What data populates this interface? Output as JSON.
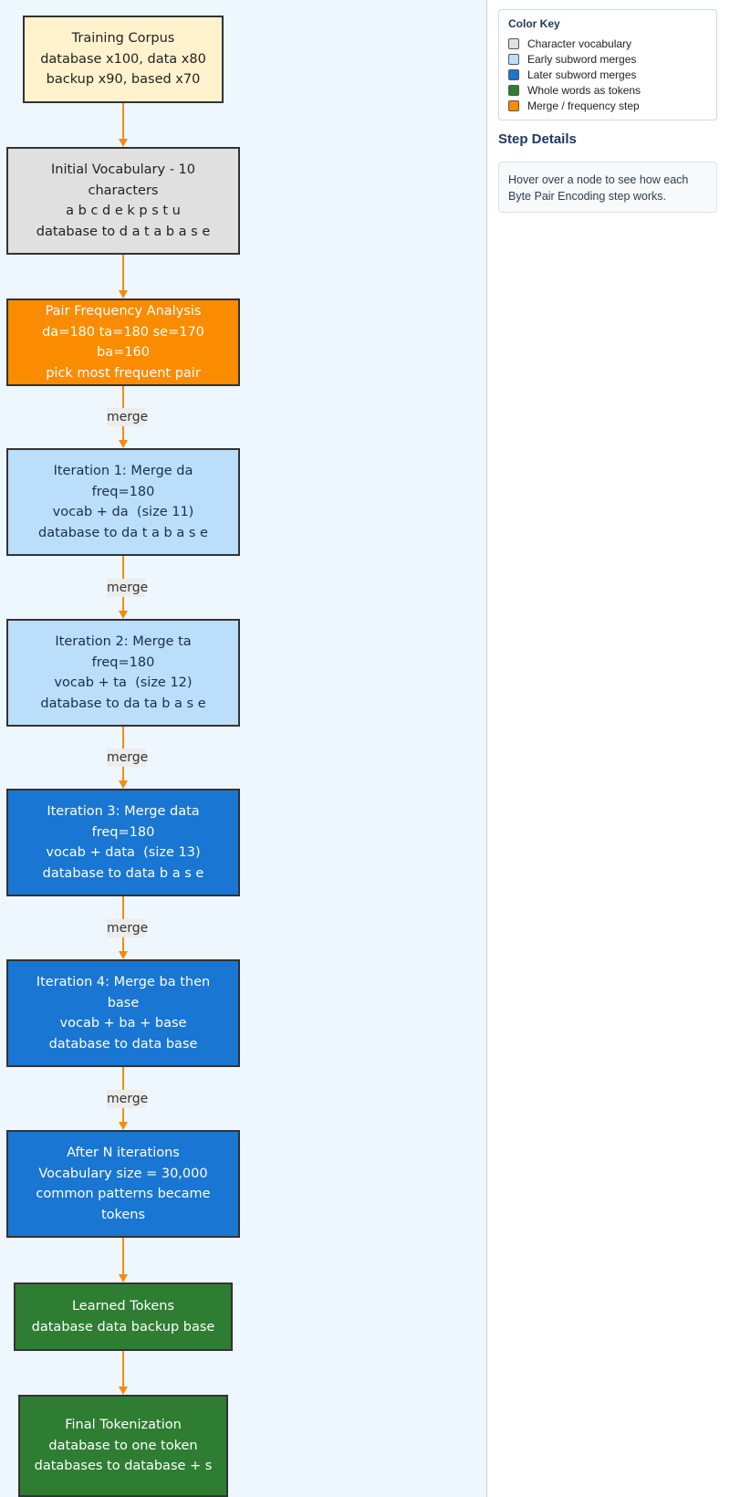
{
  "diagram": {
    "nodes": [
      {
        "id": "corpus",
        "class": "corpus",
        "name": "node-training-corpus",
        "lines": [
          "Training Corpus",
          "database x100, data x80",
          "backup x90, based x70"
        ]
      },
      {
        "id": "initial",
        "class": "char",
        "name": "node-initial-vocabulary",
        "lines": [
          "Initial Vocabulary - 10",
          "characters",
          "a b c d e k p s t u",
          "database to d a t a b a s e"
        ]
      },
      {
        "id": "pairfreq",
        "class": "merge",
        "name": "node-pair-frequency-analysis",
        "lines": [
          "Pair Frequency Analysis",
          "da=180 ta=180 se=170 ba=160",
          "pick most frequent pair"
        ]
      },
      {
        "id": "iter1",
        "class": "early",
        "name": "node-iteration-1",
        "lines": [
          "Iteration 1: Merge da",
          "freq=180",
          "vocab + da  (size 11)",
          "database to da t a b a s e"
        ]
      },
      {
        "id": "iter2",
        "class": "early",
        "name": "node-iteration-2",
        "lines": [
          "Iteration 2: Merge ta",
          "freq=180",
          "vocab + ta  (size 12)",
          "database to da ta b a s e"
        ]
      },
      {
        "id": "iter3",
        "class": "later",
        "name": "node-iteration-3",
        "lines": [
          "Iteration 3: Merge data",
          "freq=180",
          "vocab + data  (size 13)",
          "database to data b a s e"
        ]
      },
      {
        "id": "iter4",
        "class": "later",
        "name": "node-iteration-4",
        "lines": [
          "Iteration 4: Merge ba then",
          "base",
          "vocab + ba + base",
          "database to data base"
        ]
      },
      {
        "id": "afterN",
        "class": "later",
        "name": "node-after-n-iterations",
        "lines": [
          "After N iterations",
          "Vocabulary size = 30,000",
          "common patterns became",
          "tokens"
        ]
      },
      {
        "id": "learned",
        "class": "whole",
        "name": "node-learned-tokens",
        "lines": [
          "Learned Tokens",
          "database data backup base"
        ]
      },
      {
        "id": "final",
        "class": "whole",
        "name": "node-final-tokenization",
        "lines": [
          "Final Tokenization",
          "database to one token",
          "databases to database + s"
        ]
      }
    ],
    "edges": [
      {
        "from": "corpus",
        "to": "initial",
        "label": ""
      },
      {
        "from": "initial",
        "to": "pairfreq",
        "label": ""
      },
      {
        "from": "pairfreq",
        "to": "iter1",
        "label": "merge"
      },
      {
        "from": "iter1",
        "to": "iter2",
        "label": "merge"
      },
      {
        "from": "iter2",
        "to": "iter3",
        "label": "merge"
      },
      {
        "from": "iter3",
        "to": "iter4",
        "label": "merge"
      },
      {
        "from": "iter4",
        "to": "afterN",
        "label": "merge"
      },
      {
        "from": "afterN",
        "to": "learned",
        "label": ""
      },
      {
        "from": "learned",
        "to": "final",
        "label": ""
      }
    ],
    "edge_color": "#f28c0f"
  },
  "color_key": {
    "title": "Color Key",
    "items": [
      {
        "label": "Character vocabulary",
        "color": "#e0e0e0"
      },
      {
        "label": "Early subword merges",
        "color": "#bbdefb"
      },
      {
        "label": "Later subword merges",
        "color": "#1976d2"
      },
      {
        "label": "Whole words as tokens",
        "color": "#2e7d32"
      },
      {
        "label": "Merge / frequency step",
        "color": "#fb8c00"
      }
    ]
  },
  "step_details": {
    "title": "Step Details",
    "text": "Hover over a node to see how each Byte Pair Encoding step works."
  }
}
